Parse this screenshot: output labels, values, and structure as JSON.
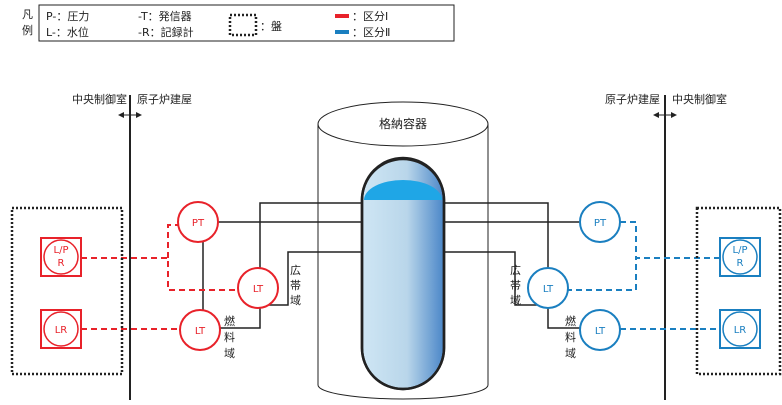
{
  "legend": {
    "title_line1": "凡",
    "title_line2": "例",
    "pressure": "P-：圧力",
    "level": "L-：水位",
    "transmitter": "-T：発信器",
    "recorder": "-R：記録計",
    "panel": "：盤",
    "division1": "：区分Ⅰ",
    "division2": "：区分Ⅱ"
  },
  "areas": {
    "left_control_room": "中央制御室",
    "left_reactor_building": "原子炉建屋",
    "right_reactor_building": "原子炉建屋",
    "right_control_room": "中央制御室"
  },
  "containment": {
    "label": "格納容器"
  },
  "instruments": {
    "pt": "PT",
    "lt": "LT",
    "lpr_top": "L/P",
    "lpr_bottom": "R",
    "lr": "LR"
  },
  "ranges": {
    "wide_1": "広",
    "wide_2": "帯",
    "wide_3": "域",
    "fuel_1": "燃",
    "fuel_2": "料",
    "fuel_3": "域"
  },
  "colors": {
    "division1": "#e8222a",
    "division2": "#1a7fc0",
    "water": "#1fa6e6",
    "line": "#222222"
  }
}
